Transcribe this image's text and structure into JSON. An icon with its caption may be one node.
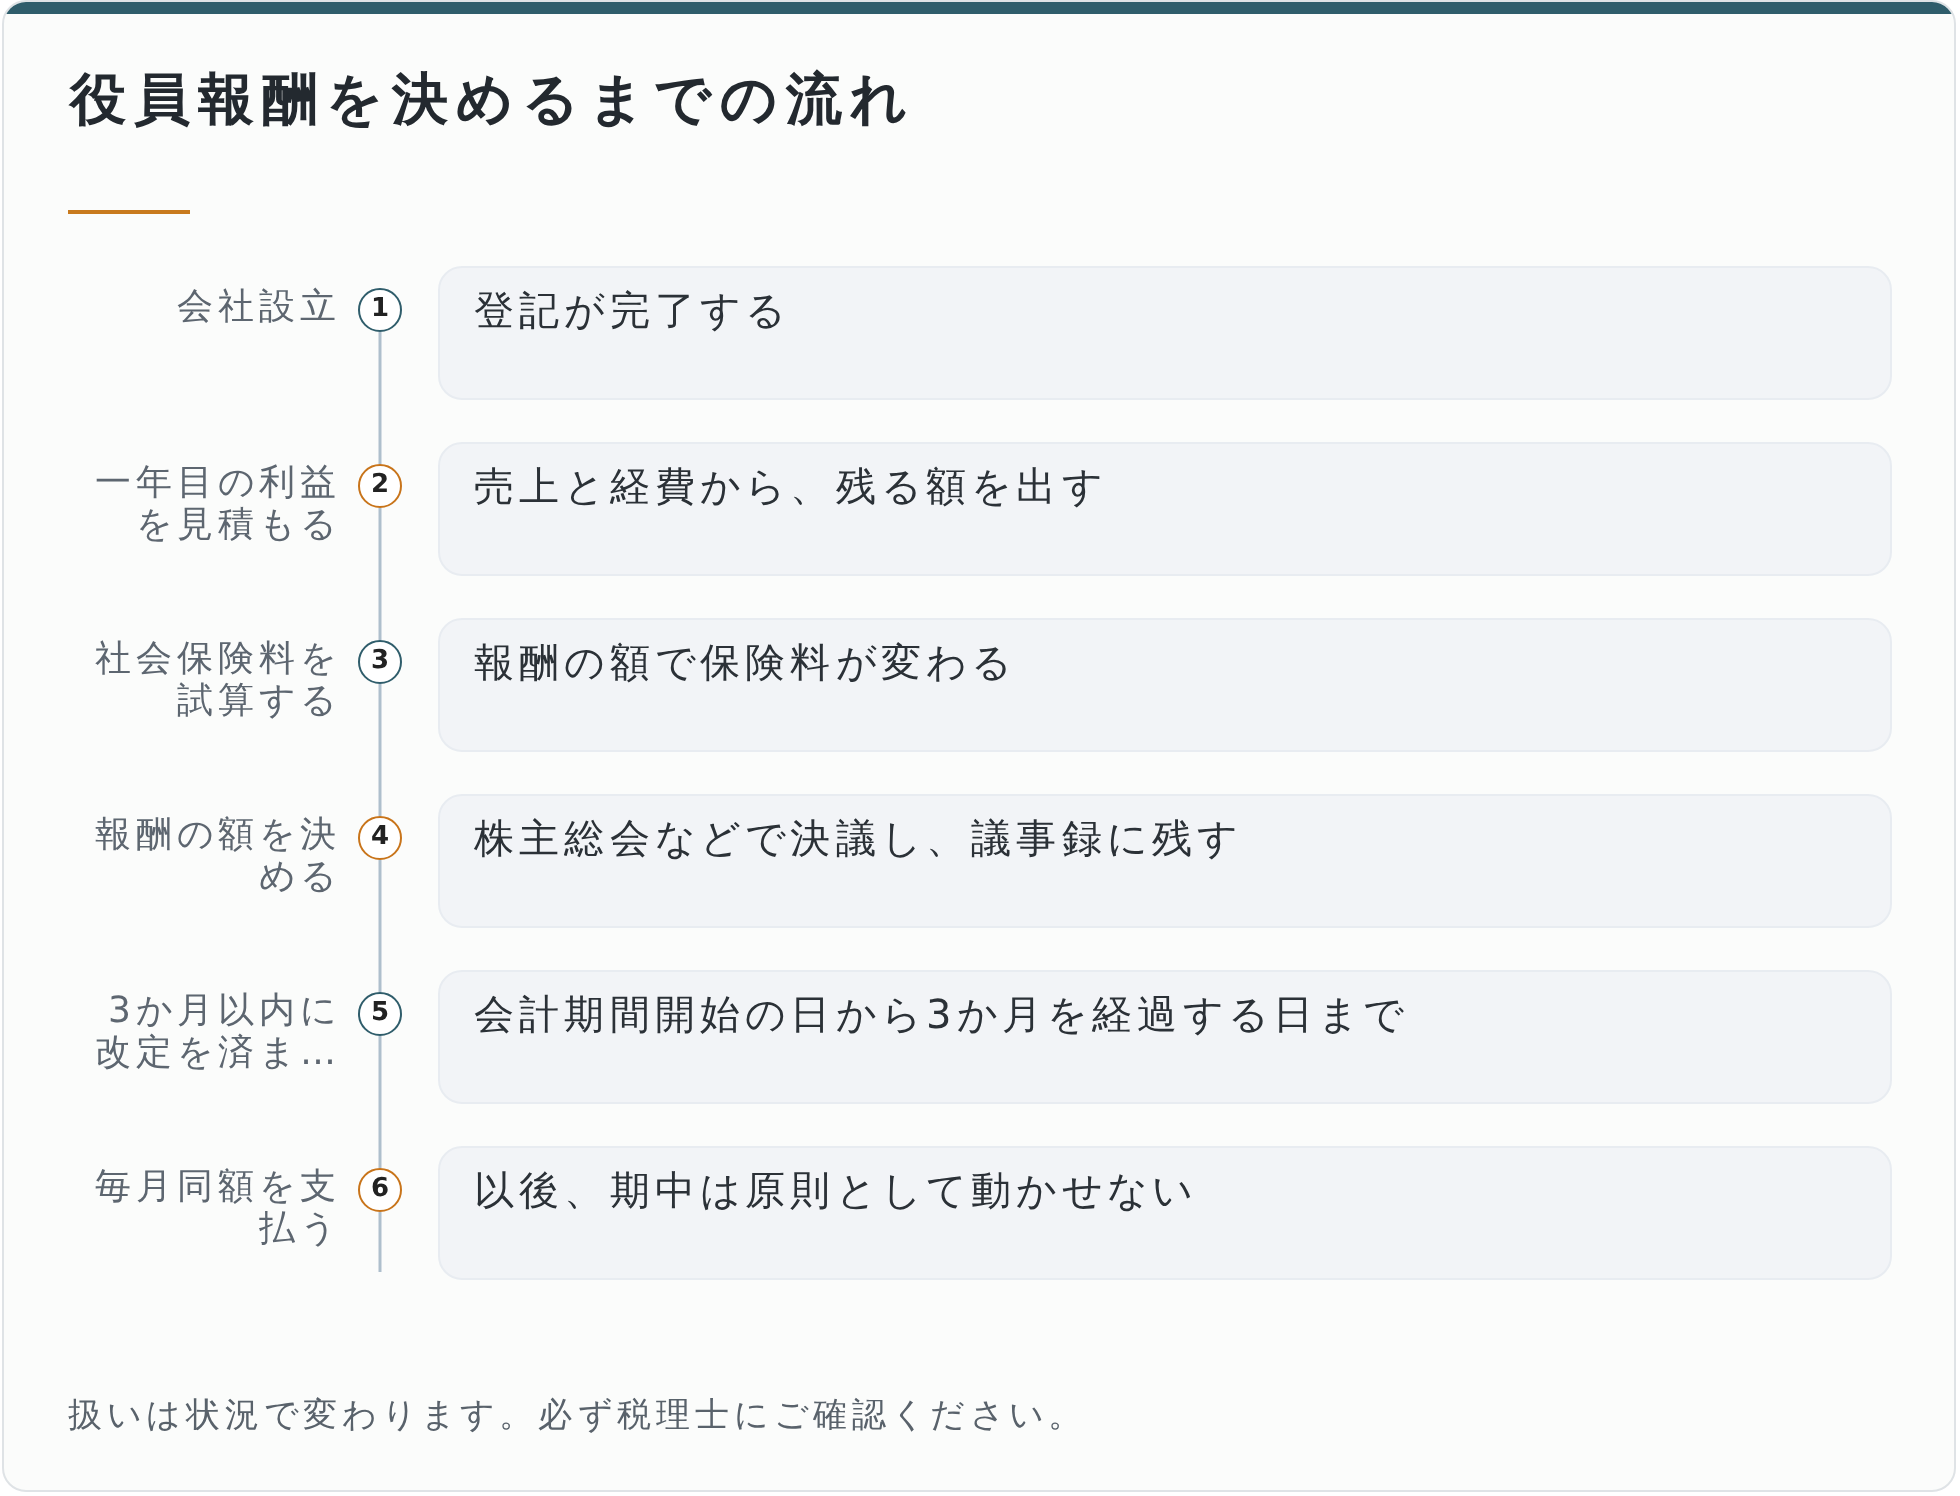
{
  "diagram": {
    "title": "役員報酬を決めるまでの流れ",
    "caption": "扱いは状況で変わります。必ず税理士にご確認ください。",
    "nodes": [
      {
        "text": [
          "1"
        ],
        "beside": [
          "会社設立"
        ]
      },
      {
        "text": [
          "登記が完了する"
        ]
      },
      {
        "text": [
          "2"
        ],
        "beside": [
          "一年目の利益を見積もる"
        ]
      },
      {
        "text": [
          "売上と経費から、残る額を出す"
        ]
      },
      {
        "text": [
          "3"
        ],
        "beside": [
          "社会保険料を試算する"
        ]
      },
      {
        "text": [
          "報酬の額で保険料が変わる"
        ]
      },
      {
        "text": [
          "4"
        ],
        "beside": [
          "報酬の額を決める"
        ]
      },
      {
        "text": [
          "株主総会などで決議し、議事録に残す"
        ]
      },
      {
        "text": [
          "5"
        ],
        "beside": [
          "3か月以内に改定を済ま…"
        ]
      },
      {
        "text": [
          "会計期間開始の日から3か月を経過する日まで"
        ]
      },
      {
        "text": [
          "6"
        ],
        "beside": [
          "毎月同額を支払う"
        ]
      },
      {
        "text": [
          "以後、期中は原則として動かせない"
        ]
      }
    ],
    "edges": [
      {
        "from": 0,
        "to": 2,
        "arrow": "none"
      },
      {
        "from": 2,
        "to": 4,
        "arrow": "none"
      },
      {
        "from": 4,
        "to": 6,
        "arrow": "none"
      },
      {
        "from": 6,
        "to": 8,
        "arrow": "none"
      },
      {
        "from": 8,
        "to": 10,
        "arrow": "none"
      },
      {
        "from": 10,
        "to": null,
        "arrow": "none"
      }
    ]
  }
}
